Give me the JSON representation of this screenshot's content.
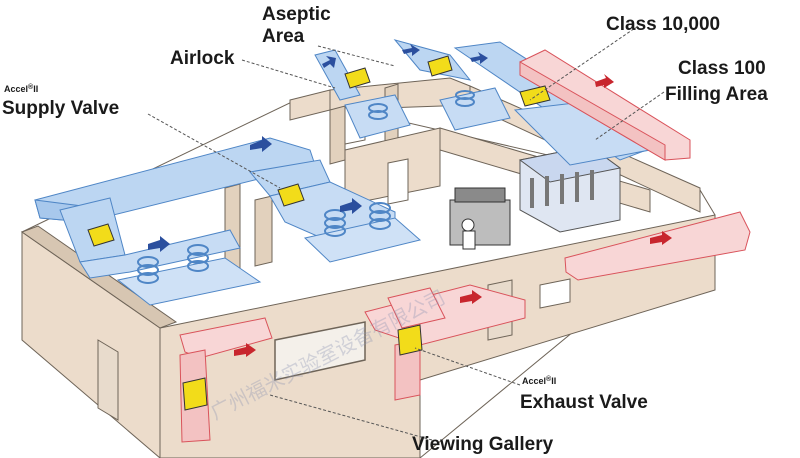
{
  "colors": {
    "supply_duct": "#bcd6f2",
    "supply_duct_edge": "#4f86c6",
    "exhaust_duct": "#f8d6d6",
    "exhaust_duct_edge": "#d9535b",
    "valve": "#f2dc1a",
    "wall": "#ecdccb",
    "wall_edge": "#6e6458",
    "floor": "#ffffff",
    "arrow": "#2b4f9e",
    "exhaust_arrow": "#c8262e"
  },
  "labels": {
    "aseptic": [
      "Aseptic",
      "Area"
    ],
    "airlock": "Airlock",
    "class_10000": "Class 10,000",
    "class_100": [
      "Class 100",
      "Filling Area"
    ],
    "supply_valve": {
      "brand": "Accel",
      "brand_suffix": "II",
      "name": "Supply Valve"
    },
    "exhaust_valve": {
      "brand": "Accel",
      "brand_suffix": "II",
      "name": "Exhaust Valve"
    },
    "viewing_gallery": "Viewing Gallery"
  },
  "watermark": "广州福米实验室设备有限公司",
  "icons": [
    "supply-duct-icon",
    "exhaust-duct-icon",
    "valve-icon",
    "diffuser-icon",
    "door-icon",
    "operator-icon",
    "filling-machine-icon"
  ]
}
